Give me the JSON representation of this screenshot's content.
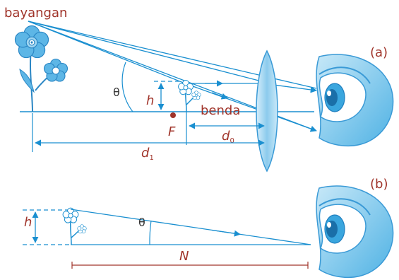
{
  "labels": {
    "bayangan": "bayangan",
    "panel_a": "(a)",
    "panel_b": "(b)",
    "theta": "θ",
    "h": "h",
    "F": "F",
    "benda": "benda",
    "d": "d",
    "sub_0": "0",
    "sub_1": "1",
    "N": "N"
  },
  "colors": {
    "ray": "#1a8fd0",
    "lens": "#9fd3ef",
    "text": "#a0342a",
    "eye": "#6cc3ec",
    "flower": "#4aa9de"
  },
  "icons": [
    "flower-icon",
    "eye-icon",
    "lens-icon"
  ]
}
